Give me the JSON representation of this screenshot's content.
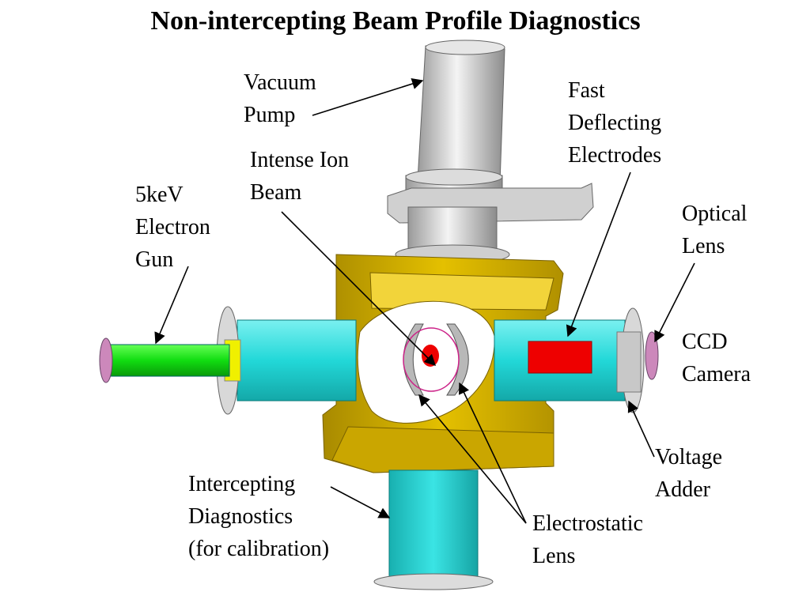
{
  "title": "Non-intercepting Beam Profile Diagnostics",
  "labels": {
    "vacuum_pump": [
      "Vacuum",
      "Pump"
    ],
    "fast_deflecting": [
      "Fast",
      "Deflecting",
      "Electrodes"
    ],
    "intense_ion_beam": [
      "Intense Ion",
      "Beam"
    ],
    "electron_gun": [
      "5keV",
      "Electron",
      "Gun"
    ],
    "optical_lens": [
      "Optical",
      "Lens"
    ],
    "ccd_camera": [
      "CCD",
      "Camera"
    ],
    "voltage_adder": [
      "Voltage",
      "Adder"
    ],
    "intercepting": [
      "Intercepting",
      "Diagnostics",
      "(for calibration)"
    ],
    "electrostatic_lens": [
      "Electrostatic",
      "Lens"
    ]
  },
  "colors": {
    "chamber": "#d4b000",
    "pipe": "#22d8d8",
    "gun": "#11dd11",
    "deflector": "#ee0000",
    "pump": "#c8c8c8",
    "flange": "#cc88bb"
  }
}
